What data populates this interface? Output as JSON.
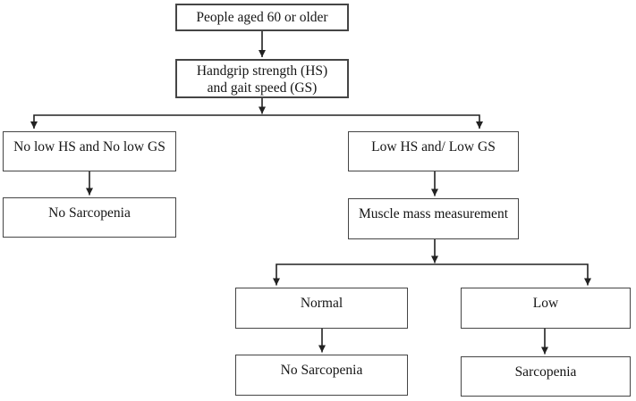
{
  "diagram": {
    "type": "flowchart",
    "colors": {
      "background": "#ffffff",
      "box_border": "#454545",
      "arrow": "#222222",
      "text": "#151515"
    },
    "nodes": {
      "people_aged": {
        "label": "People aged 60 or older"
      },
      "handgrip_gait": {
        "line1": "Handgrip strength (HS)",
        "line2": "and gait speed (GS)"
      },
      "no_low_hs_gs": {
        "label": "No low HS and No low GS"
      },
      "low_hs_gs": {
        "label": "Low HS and/ Low GS"
      },
      "no_sarcopenia_left": {
        "label": "No Sarcopenia"
      },
      "muscle_mass": {
        "label": "Muscle mass measurement"
      },
      "normal_mass": {
        "label": "Normal"
      },
      "low_mass": {
        "label": "Low"
      },
      "no_sarcopenia_bottom": {
        "label": "No Sarcopenia"
      },
      "sarcopenia": {
        "label": "Sarcopenia"
      }
    }
  }
}
